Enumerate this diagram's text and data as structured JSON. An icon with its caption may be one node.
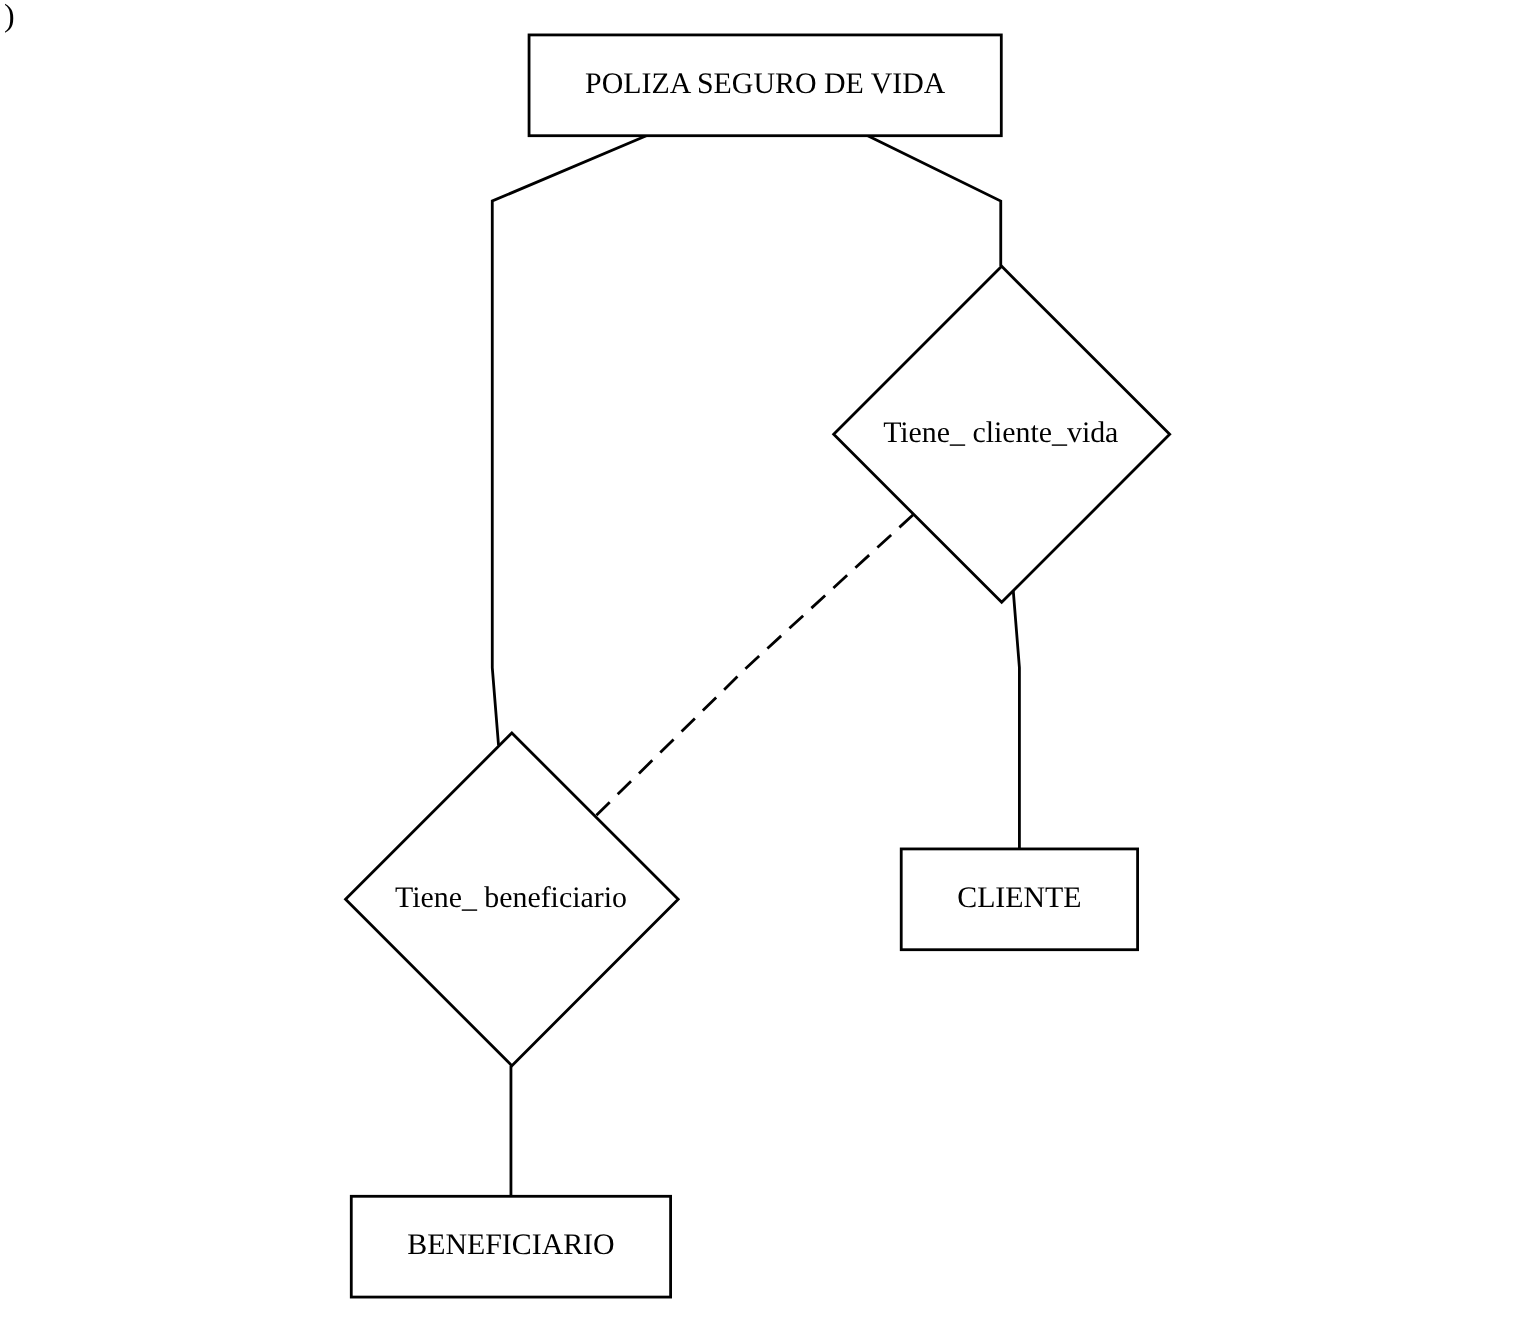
{
  "diagram": {
    "nodes": [
      {
        "text": [
          "POLIZA SEGURO DE VIDA"
        ]
      },
      {
        "text": [
          "Tiene_ cliente_vida"
        ]
      },
      {
        "text": [
          "Tiene_ beneficiario"
        ]
      },
      {
        "text": [
          "CLIENTE"
        ]
      },
      {
        "text": [
          "BENEFICIARIO"
        ]
      }
    ],
    "edges": [
      {
        "from": 0,
        "to": 1,
        "arrow": "none"
      },
      {
        "from": 0,
        "to": 2,
        "arrow": "none"
      },
      {
        "from": 1,
        "to": 2,
        "arrow": "none",
        "style": "dashed"
      },
      {
        "from": 1,
        "to": 3,
        "arrow": "none"
      },
      {
        "from": 2,
        "to": 4,
        "arrow": "none"
      }
    ],
    "labels": [
      ")"
    ]
  }
}
